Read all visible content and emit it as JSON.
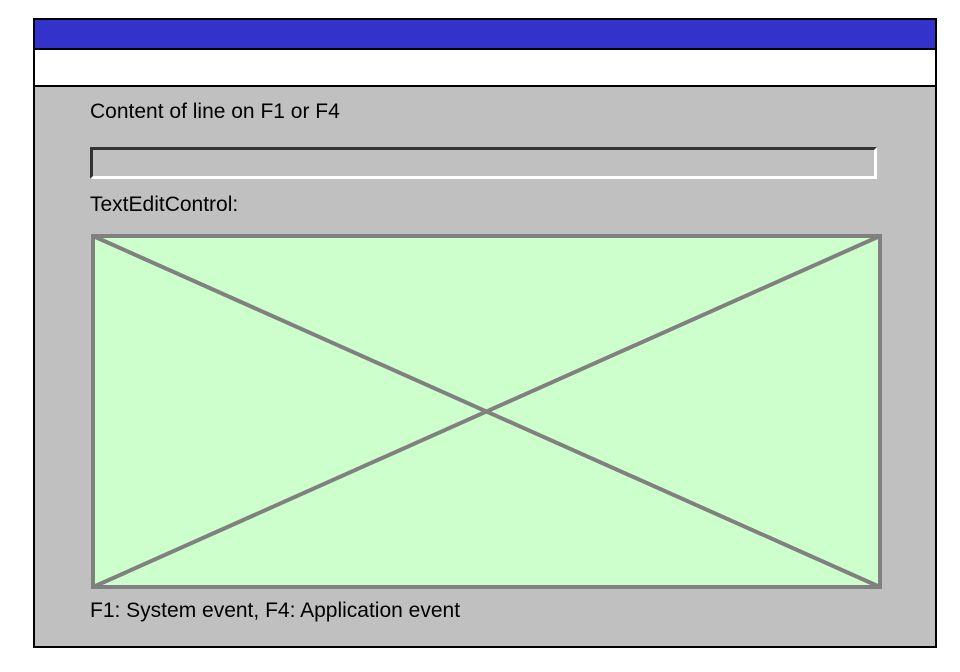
{
  "window": {
    "titlebar": {
      "title": "",
      "color": "#3333cc"
    },
    "menubar": {
      "items": []
    },
    "body_color": "#c0c0c0",
    "border_color": "#000000"
  },
  "form": {
    "line_content_label": "Content of line on F1 or F4",
    "line_content_input": {
      "value": "",
      "placeholder": ""
    },
    "text_edit_label": "TextEditControl:",
    "text_edit_placeholder": {
      "fill_color": "#ccffcc",
      "line_color": "#808080",
      "icon": "crossed-box-placeholder"
    }
  },
  "status": {
    "hint": "F1: System event, F4: Application event"
  }
}
